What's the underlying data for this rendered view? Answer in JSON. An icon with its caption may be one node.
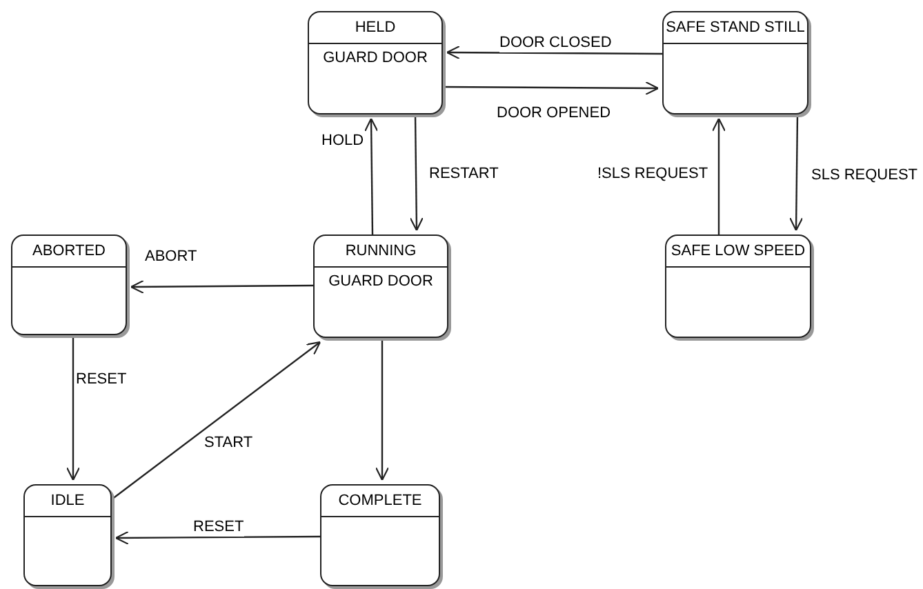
{
  "diagram": {
    "nodes": [
      {
        "text": [
          "HELD",
          "GUARD DOOR"
        ]
      },
      {
        "text": [
          "SAFE STAND STILL"
        ]
      },
      {
        "text": [
          "ABORTED"
        ]
      },
      {
        "text": [
          "RUNNING",
          "GUARD DOOR"
        ]
      },
      {
        "text": [
          "SAFE LOW SPEED"
        ]
      },
      {
        "text": [
          "IDLE"
        ]
      },
      {
        "text": [
          "COMPLETE"
        ]
      }
    ],
    "edges": [
      {
        "from": 1,
        "to": 0,
        "arrow": "to",
        "label": "DOOR CLOSED"
      },
      {
        "from": 0,
        "to": 1,
        "arrow": "to",
        "label": "DOOR OPENED"
      },
      {
        "from": 3,
        "to": 0,
        "arrow": "to",
        "label": "HOLD"
      },
      {
        "from": 0,
        "to": 3,
        "arrow": "to",
        "label": "RESTART"
      },
      {
        "from": 4,
        "to": 1,
        "arrow": "to",
        "label": "!SLS REQUEST"
      },
      {
        "from": 1,
        "to": 4,
        "arrow": "to",
        "label": "SLS REQUEST"
      },
      {
        "from": 3,
        "to": 2,
        "arrow": "to",
        "label": "ABORT"
      },
      {
        "from": 2,
        "to": 5,
        "arrow": "to",
        "label": "RESET"
      },
      {
        "from": 5,
        "to": 3,
        "arrow": "to",
        "label": "START"
      },
      {
        "from": 3,
        "to": 6,
        "arrow": "to"
      },
      {
        "from": 6,
        "to": 5,
        "arrow": "to",
        "label": "RESET"
      }
    ]
  }
}
